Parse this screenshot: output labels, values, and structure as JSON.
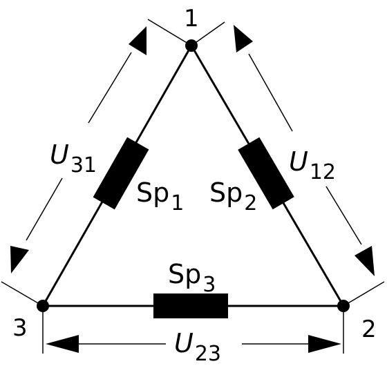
{
  "nodes": [
    {
      "id": "n1",
      "label": "1"
    },
    {
      "id": "n2",
      "label": "2"
    },
    {
      "id": "n3",
      "label": "3"
    }
  ],
  "coils": [
    {
      "id": "sp1",
      "base": "Sp",
      "sub": "1"
    },
    {
      "id": "sp2",
      "base": "Sp",
      "sub": "2"
    },
    {
      "id": "sp3",
      "base": "Sp",
      "sub": "3"
    }
  ],
  "voltages": [
    {
      "id": "u31",
      "base": "U",
      "sub": "31"
    },
    {
      "id": "u12",
      "base": "U",
      "sub": "12"
    },
    {
      "id": "u23",
      "base": "U",
      "sub": "23"
    }
  ]
}
